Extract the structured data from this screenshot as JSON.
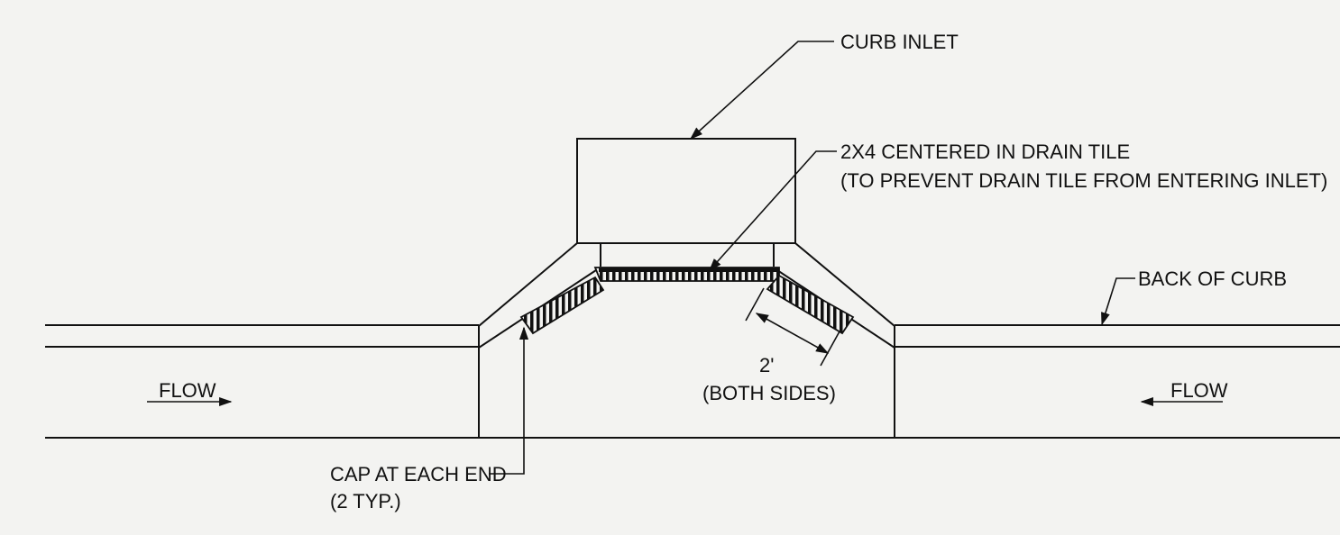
{
  "labels": {
    "curb_inlet": "CURB INLET",
    "board_line1": "2X4 CENTERED IN DRAIN TILE",
    "board_line2": "(TO PREVENT DRAIN TILE FROM ENTERING INLET)",
    "back_of_curb": "BACK OF CURB",
    "flow_left": "FLOW",
    "flow_right": "FLOW",
    "dimension_value": "2'",
    "dimension_note": "(BOTH SIDES)",
    "cap_line1": "CAP AT EACH END",
    "cap_line2": "(2 TYP.)"
  },
  "colors": {
    "ink": "#111111",
    "paper": "#f3f3f1"
  }
}
